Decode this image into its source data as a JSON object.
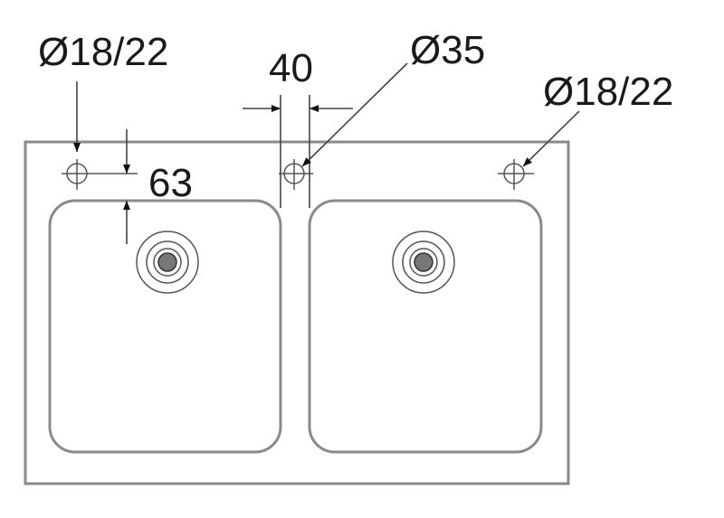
{
  "diagram": {
    "title": "Double sink top view with tap hole dimensions",
    "labels": {
      "tap_hole_left": "Ø18/22",
      "spacing": "40",
      "tap_hole_center": "Ø35",
      "tap_hole_right": "Ø18/22",
      "edge_offset": "63"
    },
    "colors": {
      "outline": "#8a8a8a",
      "text": "#1a1a1a"
    }
  }
}
